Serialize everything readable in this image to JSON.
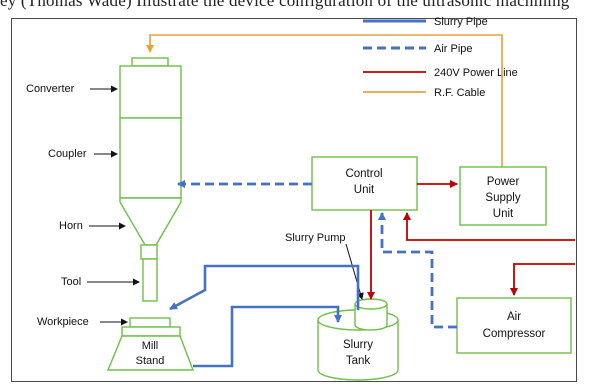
{
  "caption_fragment": "ey (Thomas Wade) Illustrate the device configuration of the ultrasonic machining",
  "legend": [
    {
      "label": "Slurry Pipe",
      "color": "#4472c4",
      "style": "solid"
    },
    {
      "label": "Air Pipe",
      "color": "#4472c4",
      "style": "dashed"
    },
    {
      "label": "240V Power Line",
      "color": "#c00000",
      "style": "solid"
    },
    {
      "label": "R.F. Cable",
      "color": "#e8a23a",
      "style": "solid"
    }
  ],
  "labels": {
    "converter": "Converter",
    "coupler": "Coupler",
    "horn": "Horn",
    "tool": "Tool",
    "workpiece": "Workpiece",
    "mill_stand_line1": "Mill",
    "mill_stand_line2": "Stand",
    "control_unit_line1": "Control",
    "control_unit_line2": "Unit",
    "power_supply_line1": "Power",
    "power_supply_line2": "Supply",
    "power_supply_line3": "Unit",
    "slurry_pump": "Slurry Pump",
    "slurry_tank_line1": "Slurry",
    "slurry_tank_line2": "Tank",
    "air_compressor_line1": "Air",
    "air_compressor_line2": "Compressor"
  },
  "colors": {
    "component_outline": "#6fbf4a",
    "slurry": "#4472c4",
    "air": "#4472c4",
    "power": "#c00000",
    "rf": "#e8a23a"
  }
}
